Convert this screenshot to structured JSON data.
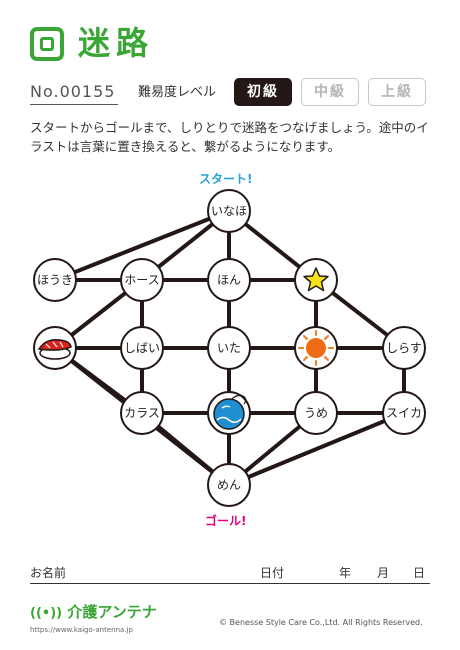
{
  "header": {
    "title": "迷路",
    "serial": "No.00155",
    "difficulty_label": "難易度レベル",
    "levels": [
      "初級",
      "中級",
      "上級"
    ]
  },
  "instructions": "スタートからゴールまで、しりとりで迷路をつなげましょう。途中のイラストは言葉に置き換えると、繋がるようになります。",
  "maze": {
    "start_label": "スタート!",
    "goal_label": "ゴール!",
    "nodes": [
      {
        "id": "n1",
        "text": "いなほ",
        "icon": ""
      },
      {
        "id": "n2",
        "text": "ほうき",
        "icon": ""
      },
      {
        "id": "n3",
        "text": "ホース",
        "icon": ""
      },
      {
        "id": "n4",
        "text": "ほん",
        "icon": ""
      },
      {
        "id": "n5",
        "text": "",
        "icon": "star-icon"
      },
      {
        "id": "n6",
        "text": "",
        "icon": "sushi-icon"
      },
      {
        "id": "n7",
        "text": "しばい",
        "icon": ""
      },
      {
        "id": "n8",
        "text": "いた",
        "icon": ""
      },
      {
        "id": "n9",
        "text": "",
        "icon": "sun-icon"
      },
      {
        "id": "n10",
        "text": "しらす",
        "icon": ""
      },
      {
        "id": "n11",
        "text": "カラス",
        "icon": ""
      },
      {
        "id": "n12",
        "text": "",
        "icon": "water-balloon-icon"
      },
      {
        "id": "n13",
        "text": "うめ",
        "icon": ""
      },
      {
        "id": "n14",
        "text": "スイカ",
        "icon": ""
      },
      {
        "id": "n15",
        "text": "めん",
        "icon": ""
      }
    ]
  },
  "footer": {
    "name_label": "お名前",
    "date_label": "日付",
    "year": "年",
    "month": "月",
    "day": "日",
    "logo_text": "介護アンテナ",
    "url": "https://www.kaigo-antenna.jp",
    "copyright": "© Benesse Style Care Co.,Ltd. All Rights Reserved."
  },
  "colors": {
    "brand_green": "#3aa636",
    "start_blue": "#2a9fd8",
    "goal_magenta": "#e4007f",
    "dark": "#231815"
  }
}
